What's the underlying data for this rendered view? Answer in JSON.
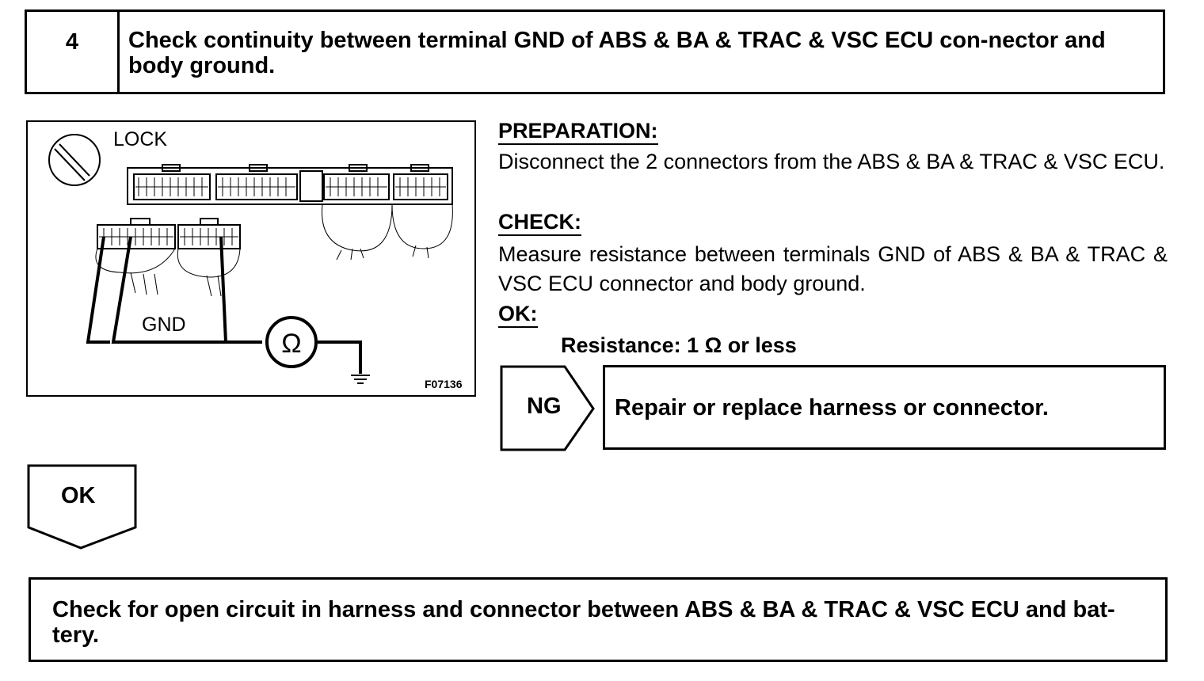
{
  "step": {
    "number": "4",
    "title": "Check continuity between terminal GND of ABS & BA & TRAC & VSC ECU con-nector and body ground."
  },
  "diagram": {
    "lock_label": "LOCK",
    "gnd_label": "GND",
    "meter_symbol": "Ω",
    "figure_id": "F07136"
  },
  "preparation": {
    "heading": "PREPARATION:",
    "text": "Disconnect the 2 connectors from the ABS & BA & TRAC & VSC ECU."
  },
  "check": {
    "heading": "CHECK:",
    "text": "Measure resistance between terminals GND of ABS & BA & TRAC & VSC ECU connector and body ground."
  },
  "ok_spec": {
    "heading": "OK:",
    "text": "Resistance: 1 Ω or less"
  },
  "ng_branch": {
    "label": "NG",
    "action": "Repair or replace harness or connector."
  },
  "ok_branch": {
    "label": "OK"
  },
  "next_step": {
    "text": "Check for open circuit in harness and connector between ABS & BA & TRAC & VSC ECU and bat-tery."
  }
}
